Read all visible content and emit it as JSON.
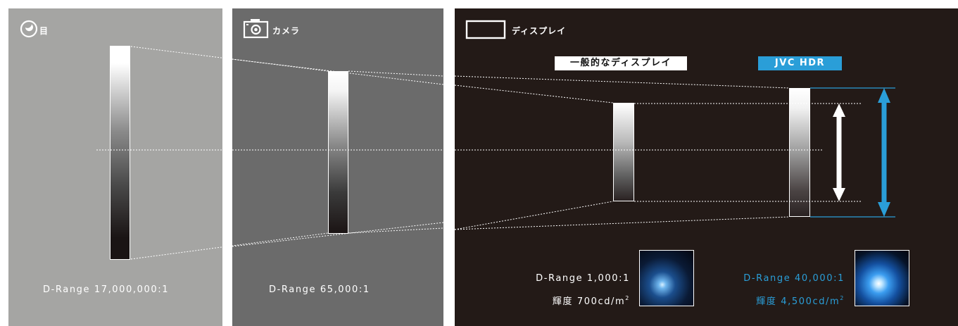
{
  "panels": {
    "eye": {
      "title": "目",
      "icon": "eye-icon",
      "range": "D-Range 17,000,000:1"
    },
    "camera": {
      "title": "カメラ",
      "icon": "camera-icon",
      "range": "D-Range 65,000:1"
    },
    "display": {
      "title": "ディスプレイ",
      "icon": "display-icon"
    }
  },
  "displays": {
    "normal": {
      "label": "一般的なディスプレイ",
      "range": "D-Range 1,000:1",
      "luminance_label": "輝度",
      "luminance": "700cd/m",
      "unit_sup": "2"
    },
    "hdr": {
      "label": "JVC HDR",
      "range": "D-Range 40,000:1",
      "luminance_label": "輝度",
      "luminance": "4,500cd/m",
      "unit_sup": "2"
    }
  },
  "colors": {
    "eye_bg": "#a5a5a3",
    "camera_bg": "#6b6b6b",
    "display_bg": "#231a17",
    "hdr_accent": "#2a9ed8"
  }
}
